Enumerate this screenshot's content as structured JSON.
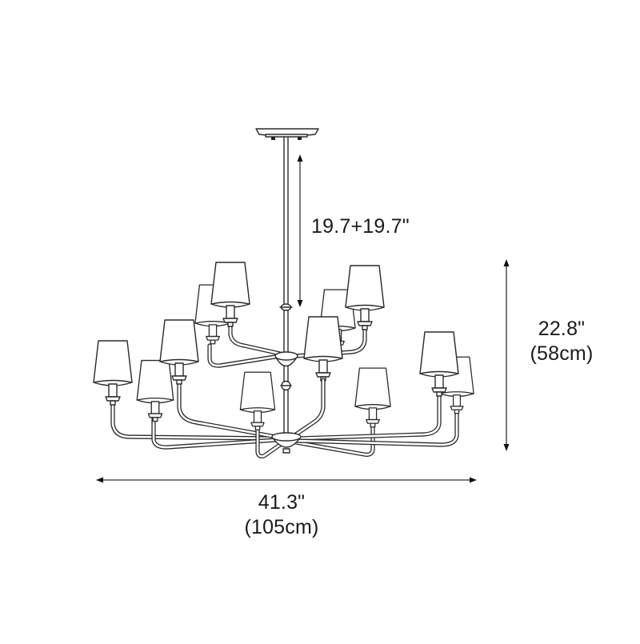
{
  "figure": {
    "subject": "two-tier 12-light chandelier line drawing",
    "line_color": "#2a2a2a",
    "background": "#ffffff"
  },
  "dimensions": {
    "drop": {
      "label": "19.7+19.7\""
    },
    "height": {
      "inches": "22.8\"",
      "cm": "(58cm)"
    },
    "width": {
      "inches": "41.3\"",
      "cm": "(105cm)"
    }
  },
  "icons": {
    "arrow_up": "arrow-up-icon",
    "arrow_down": "arrow-down-icon",
    "arrow_left": "arrow-left-icon",
    "arrow_right": "arrow-right-icon"
  },
  "lamp_count": {
    "upper_tier": 5,
    "lower_tier": 7
  }
}
